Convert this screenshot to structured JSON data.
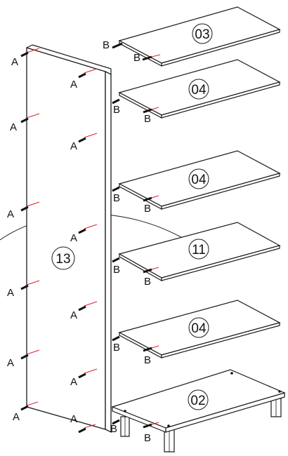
{
  "diagram": {
    "side_panel_label": "13",
    "shelf_labels": [
      "03",
      "04",
      "04",
      "11",
      "04",
      "02"
    ],
    "pin_label_side": "A",
    "pin_label_shelf": "B",
    "colors": {
      "line": "#1a1a1a",
      "drill": "#e0202a",
      "pin": "#111111",
      "panel_fill": "#ffffff"
    }
  }
}
